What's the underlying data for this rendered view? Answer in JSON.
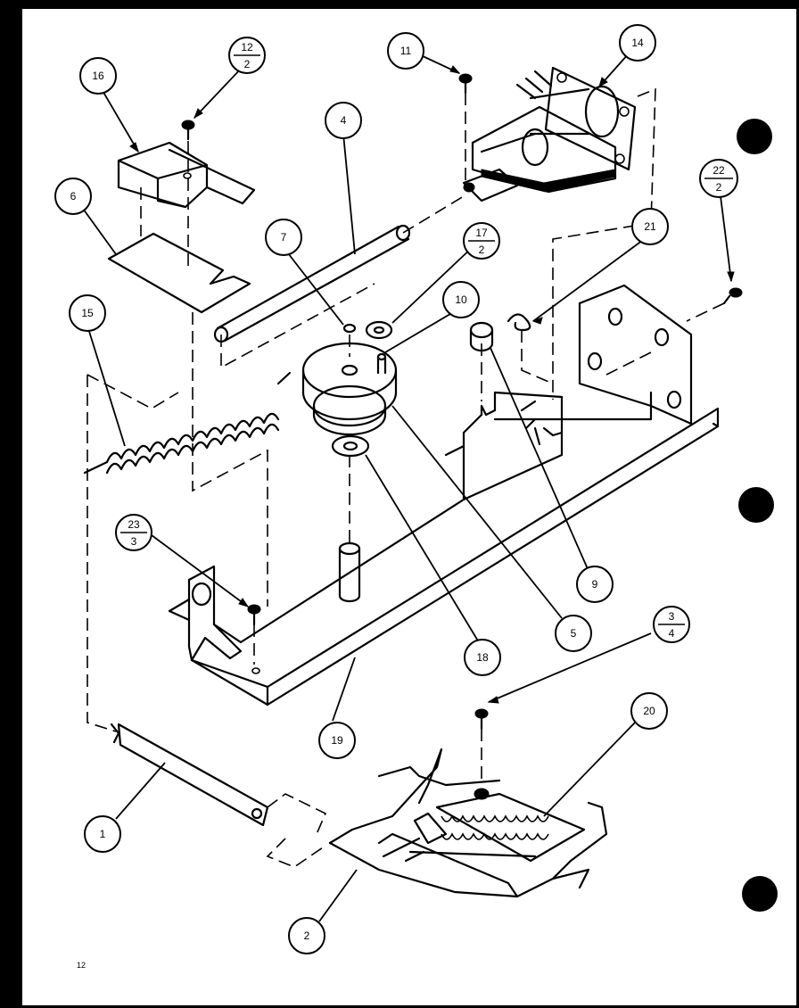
{
  "callouts": {
    "c1": "1",
    "c2": "2",
    "c4": "4",
    "c5": "5",
    "c6": "6",
    "c7": "7",
    "c9": "9",
    "c10": "10",
    "c11": "11",
    "c14": "14",
    "c15": "15",
    "c16": "16",
    "c18": "18",
    "c19": "19",
    "c20": "20",
    "c21": "21",
    "r12": {
      "top": "12",
      "bottom": "2"
    },
    "r17": {
      "top": "17",
      "bottom": "2"
    },
    "r22": {
      "top": "22",
      "bottom": "2"
    },
    "r23": {
      "top": "23",
      "bottom": "3"
    },
    "r3": {
      "top": "3",
      "bottom": "4"
    }
  },
  "page_mark": "12"
}
